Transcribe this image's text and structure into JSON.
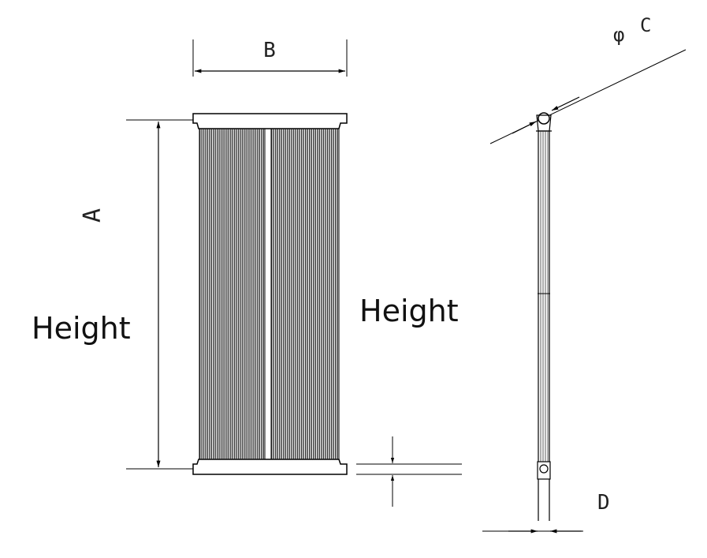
{
  "dimension_labels": {
    "width": "B",
    "height_rotated": "A",
    "diameter_symbol": "φ",
    "diameter": "C",
    "bottom": "D"
  },
  "annotations": {
    "height_left": "Height",
    "height_mid": "Height"
  },
  "front_view": {
    "fiber_count_per_half": 34
  },
  "colors": {
    "line": "#000000",
    "fiber_dark": "#333333",
    "fiber_light": "#f5f5f5"
  }
}
